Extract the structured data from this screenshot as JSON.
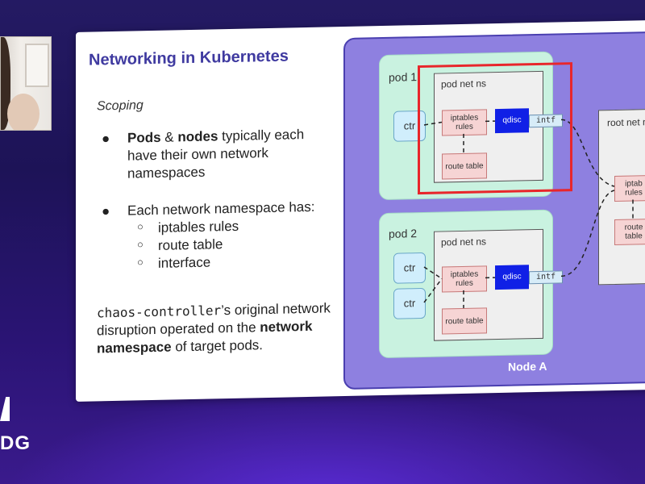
{
  "slide": {
    "title": "Networking in Kubernetes",
    "subtitle": "Scoping",
    "bullets": [
      {
        "marker": "●",
        "bold1": "Pods",
        "mid": " & ",
        "bold2": "nodes",
        "rest": " typically each have their own network namespaces"
      },
      {
        "marker": "●",
        "text": "Each network namespace has:"
      }
    ],
    "sub_items": [
      {
        "marker": "○",
        "text": "iptables rules"
      },
      {
        "marker": "○",
        "text": "route table"
      },
      {
        "marker": "○",
        "text": "interface"
      }
    ],
    "paragraph": {
      "code": "chaos-controller",
      "text1": "’s original network disruption operated on the ",
      "bold": "network namespace",
      "text2": " of target pods."
    }
  },
  "diagram": {
    "node_label": "Node A",
    "pods": [
      {
        "label": "pod 1",
        "netns": "pod net ns",
        "ctrs": [
          "ctr"
        ],
        "iptables": "iptables rules",
        "route": "route table",
        "qdisc": "qdisc",
        "intf": "intf"
      },
      {
        "label": "pod 2",
        "netns": "pod net ns",
        "ctrs": [
          "ctr",
          "ctr"
        ],
        "iptables": "iptables rules",
        "route": "route table",
        "qdisc": "qdisc",
        "intf": "intf"
      }
    ],
    "root_ns": {
      "label": "root net n",
      "iptables": "iptab rules",
      "route": "route table"
    },
    "highlight_color": "#e8262b",
    "node_color": "#8e80e0",
    "pod_color": "#c9f2e0",
    "qdisc_color": "#1020e6"
  },
  "overlay": {
    "brand_text": "DG"
  }
}
